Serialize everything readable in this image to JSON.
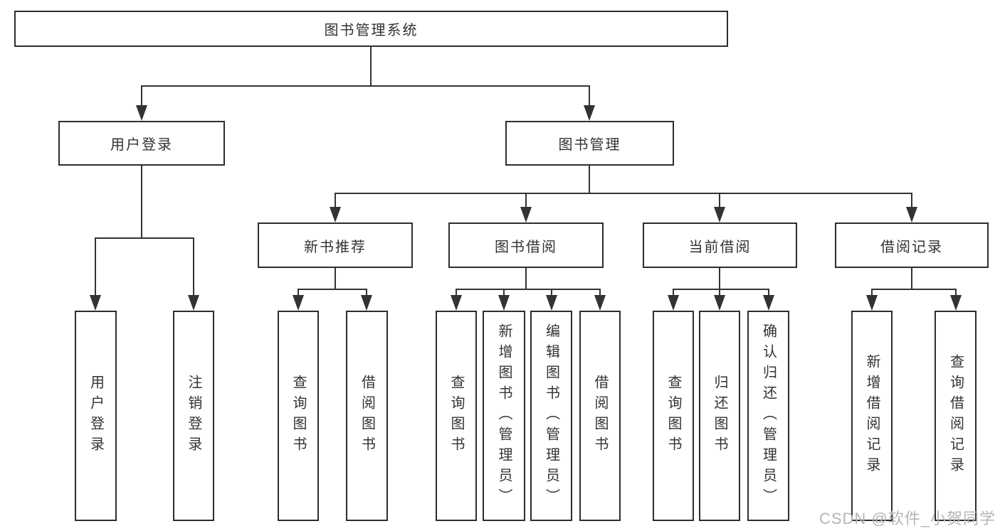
{
  "colors": {
    "line": "#333333",
    "box_border": "#2d2d2d",
    "box_fill": "#ffffff",
    "text": "#333333",
    "watermark": "#b5b5b5",
    "background": "#ffffff"
  },
  "watermark": {
    "text": "CSDN @软件_小贺同学"
  },
  "tree": {
    "root": {
      "label": "图书管理系统",
      "children": [
        {
          "label": "用户登录",
          "children": [
            {
              "label": "用户登录"
            },
            {
              "label": "注销登录"
            }
          ]
        },
        {
          "label": "图书管理",
          "children": [
            {
              "label": "新书推荐",
              "children": [
                {
                  "label": "查询图书"
                },
                {
                  "label": "借阅图书"
                }
              ]
            },
            {
              "label": "图书借阅",
              "children": [
                {
                  "label": "查询图书"
                },
                {
                  "label": "新增图书（管理员）"
                },
                {
                  "label": "编辑图书（管理员）"
                },
                {
                  "label": "借阅图书"
                }
              ]
            },
            {
              "label": "当前借阅",
              "children": [
                {
                  "label": "查询图书"
                },
                {
                  "label": "归还图书"
                },
                {
                  "label": "确认归还（管理员）"
                }
              ]
            },
            {
              "label": "借阅记录",
              "children": [
                {
                  "label": "新增借阅记录"
                },
                {
                  "label": "查询借阅记录"
                }
              ]
            }
          ]
        }
      ]
    }
  }
}
